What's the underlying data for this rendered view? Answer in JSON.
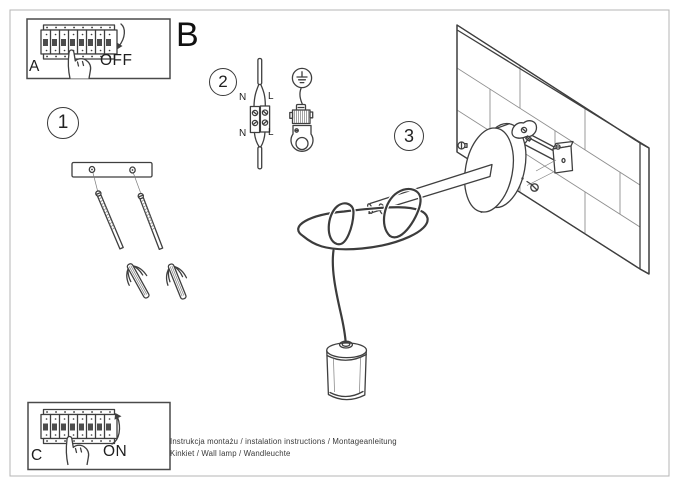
{
  "boxes": {
    "a": {
      "label": "A",
      "state": "OFF"
    },
    "c": {
      "label": "C",
      "state": "ON"
    }
  },
  "sections": {
    "b_label": "B",
    "step1": "1",
    "step2": "2",
    "step3": "3"
  },
  "wiring_labels": {
    "n_top": "N",
    "l_top": "L",
    "n_bottom": "N",
    "l_bottom": "L"
  },
  "footer": {
    "line1": "Instrukcja montażu / instalation instructions / Montageanleitung",
    "line2": "Kinkiet / Wall lamp / Wandleuchte"
  },
  "colors": {
    "ink": "#3f3f3f",
    "wall_grid": "#909090",
    "page_frame": "#b5b5b5",
    "box_border": "#4a4a4a"
  }
}
